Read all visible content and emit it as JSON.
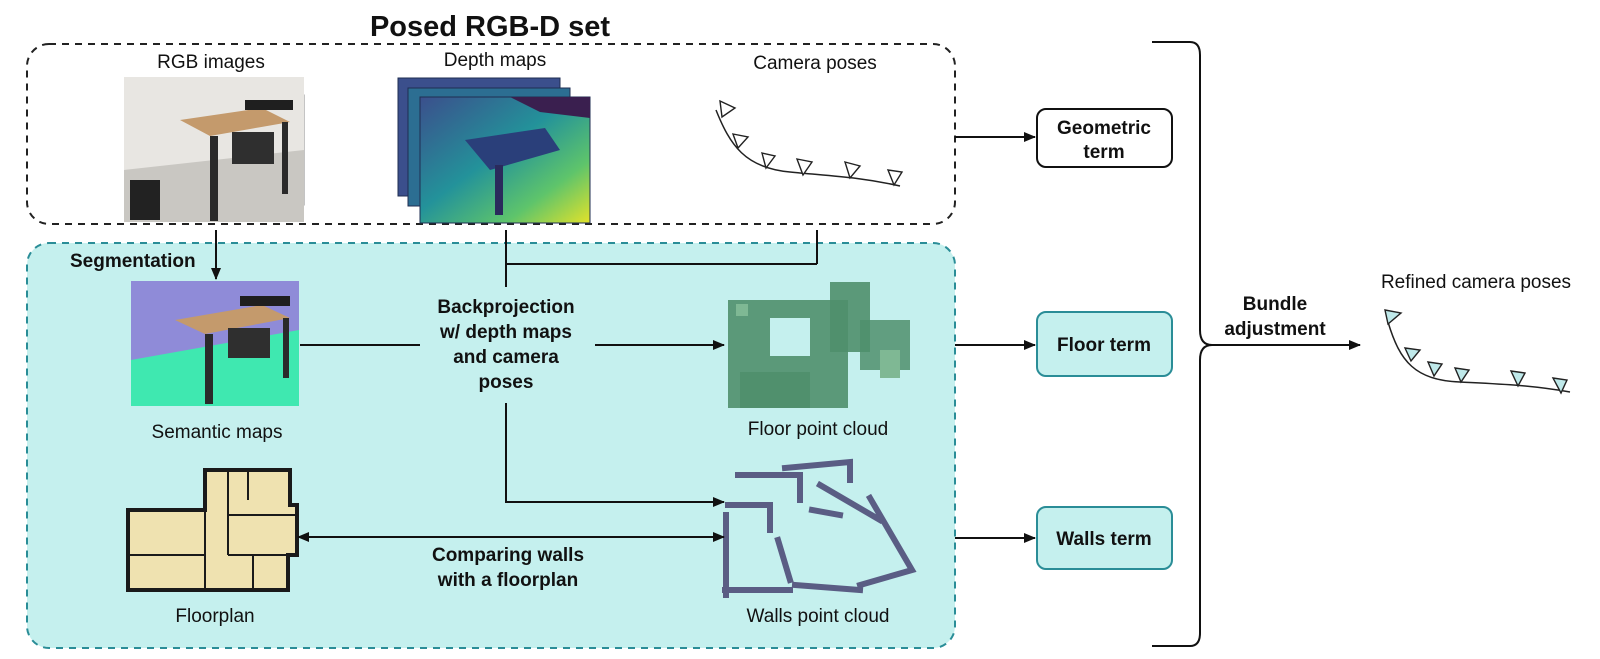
{
  "title": "Posed RGB-D set",
  "inputs": {
    "rgb": "RGB images",
    "depth": "Depth maps",
    "poses": "Camera poses"
  },
  "segmentation_label": "Segmentation",
  "semantic_label": "Semantic maps",
  "backprojection_label": [
    "Backprojection",
    "w/ depth maps",
    "and camera",
    "poses"
  ],
  "floor_cloud_label": "Floor point cloud",
  "walls_cloud_label": "Walls point cloud",
  "floorplan_label": "Floorplan",
  "comparing_label": [
    "Comparing walls",
    "with a floorplan"
  ],
  "terms": {
    "geometric": [
      "Geometric",
      "term"
    ],
    "floor": "Floor term",
    "walls": "Walls term"
  },
  "bundle_label": [
    "Bundle",
    "adjustment"
  ],
  "refined_label": "Refined camera poses",
  "colors": {
    "teal_panel": "#c5f0ee",
    "teal_border": "#2a8d97",
    "floor_points": "#4f8f6c",
    "wall_points": "#5a5d84",
    "floorplan_fill": "#efe2b0",
    "camera_fill": "#bfe9ea"
  }
}
